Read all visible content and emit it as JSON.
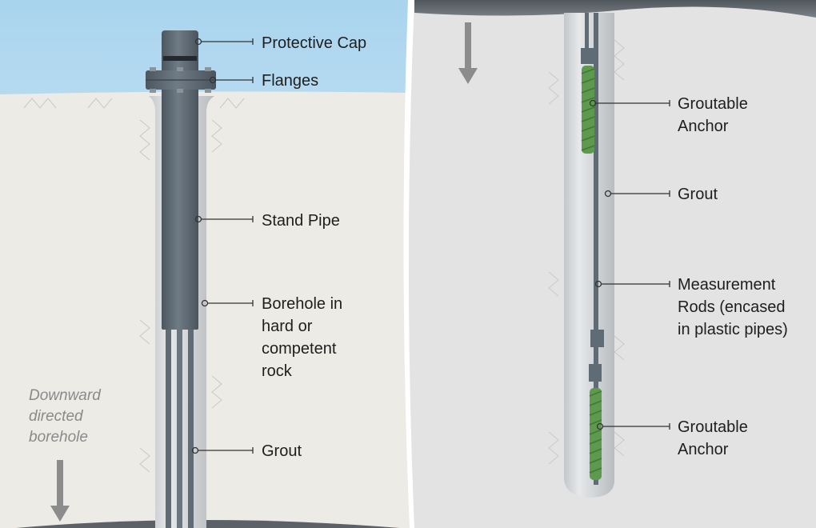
{
  "left_panel": {
    "labels": {
      "protective_cap": "Protective Cap",
      "flanges": "Flanges",
      "stand_pipe": "Stand Pipe",
      "borehole": [
        "Borehole in",
        "hard or",
        "competent",
        "rock"
      ],
      "grout": "Grout"
    },
    "note": [
      "Downward",
      "directed",
      "borehole"
    ]
  },
  "right_panel": {
    "labels": {
      "anchor_top": [
        "Groutable",
        "Anchor"
      ],
      "grout": "Grout",
      "measurement_rods": [
        "Measurement",
        "Rods (encased",
        "in plastic pipes)"
      ],
      "anchor_bottom": [
        "Groutable",
        "Anchor"
      ]
    }
  },
  "colors": {
    "sky_top": "#a9d4ee",
    "ground": "#ecebe5",
    "pipe": "#5f6b75",
    "anchor": "#5d9a4e",
    "right_bg": "#e3e3e3"
  }
}
